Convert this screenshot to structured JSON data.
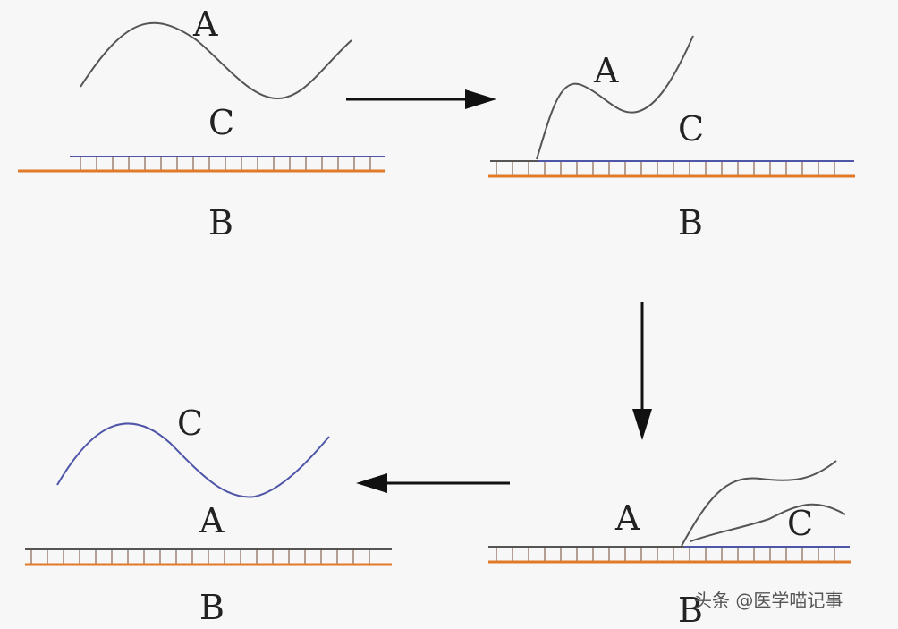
{
  "colors": {
    "strand_a": "#555555",
    "strand_b": "#e07a2a",
    "strand_c": "#4f56a8",
    "rung": "#9b8070",
    "arrow": "#111111",
    "background": "#f7f7f7"
  },
  "panels": [
    {
      "id": "top-left",
      "labels": {
        "a": "A",
        "b": "B",
        "c": "C"
      }
    },
    {
      "id": "top-right",
      "labels": {
        "a": "A",
        "b": "B",
        "c": "C"
      }
    },
    {
      "id": "bottom-right",
      "labels": {
        "a": "A",
        "b": "B",
        "c": "C"
      }
    },
    {
      "id": "bottom-left",
      "labels": {
        "a": "A",
        "b": "B",
        "c": "C"
      }
    }
  ],
  "arrows": [
    "right",
    "down",
    "left"
  ],
  "watermark": {
    "text": "头条 @医学喵记事"
  }
}
